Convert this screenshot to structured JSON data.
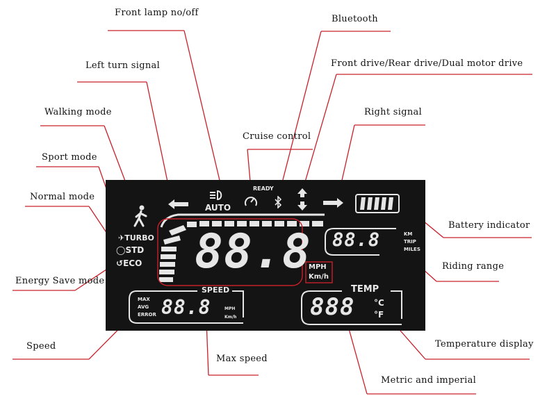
{
  "callouts": {
    "front_lamp": "Front lamp no/off",
    "left_turn": "Left turn signal",
    "walking_mode": "Walking mode",
    "sport_mode": "Sport mode",
    "normal_mode": "Normal mode",
    "energy_save": "Energy Save mode",
    "speed": "Speed",
    "max_speed": "Max speed",
    "metric_imperial": "Metric and imperial",
    "temperature_display": "Temperature display",
    "riding_range": "Riding range",
    "battery_indicator": "Battery indicator",
    "right_signal": "Right signal",
    "drive_mode": "Front drive/Rear drive/Dual motor drive",
    "bluetooth": "Bluetooth",
    "cruise_control": "Cruise control"
  },
  "display": {
    "auto_label": "AUTO",
    "ready_label": "READY",
    "mode_turbo": "TURBO",
    "mode_std": "STD",
    "mode_eco": "ECO",
    "speed_label": "SPEED",
    "speed_digits": "88.8",
    "unit_mph": "MPH",
    "unit_kmh": "Km/h",
    "range_digits": "88.8",
    "range_km": "KM",
    "range_trip": "TRIP",
    "range_miles": "MILES",
    "stats_max": "MAX",
    "stats_avg": "AVG",
    "stats_error": "ERROR",
    "maxspeed_digits": "88.8",
    "maxspeed_mph": "MPH",
    "maxspeed_kmh": "Km/h",
    "temp_label": "TEMP",
    "temp_digits": "888",
    "temp_c": "°C",
    "temp_f": "°F"
  },
  "colors": {
    "leader_line": "#c8202a",
    "lcd_background": "#141414",
    "lcd_segment": "#e6e6e6"
  }
}
